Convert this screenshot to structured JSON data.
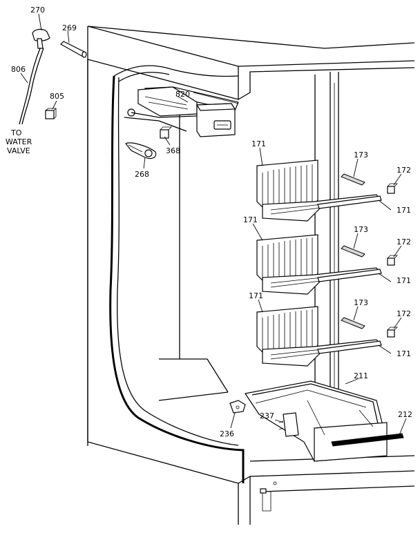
{
  "labels": {
    "p270": "270",
    "p269": "269",
    "p806": "806",
    "p805": "805",
    "to_water_valve_1": "TO",
    "to_water_valve_2": "WATER",
    "to_water_valve_3": "VALVE",
    "p820": "820",
    "p368": "368",
    "p268": "268",
    "p171_a": "171",
    "p173_a": "173",
    "p172_a": "172",
    "p171_b": "171",
    "p171_c": "171",
    "p173_b": "173",
    "p172_b": "172",
    "p171_d": "171",
    "p171_e": "171",
    "p173_c": "173",
    "p172_c": "172",
    "p171_f": "171",
    "p211": "211",
    "p237": "237",
    "p212": "212",
    "p236": "236"
  }
}
